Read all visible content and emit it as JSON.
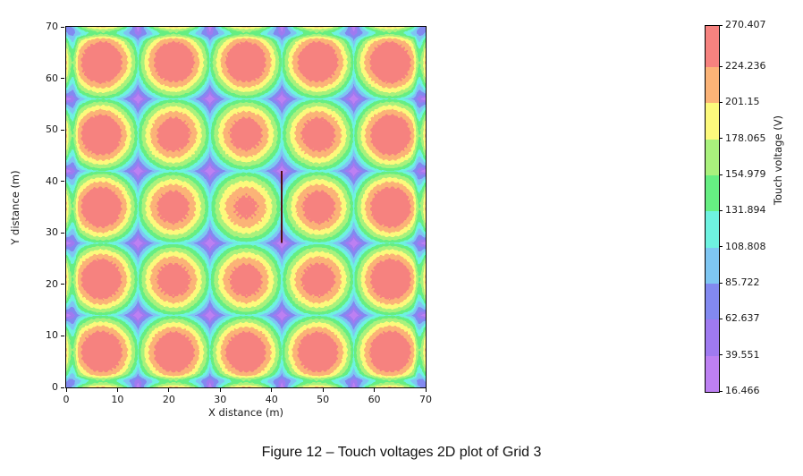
{
  "figure_caption": "Figure 12 – Touch voltages 2D plot of Grid 3",
  "plot": {
    "xlabel": "X distance (m)",
    "ylabel": "Y distance (m)",
    "x_ticks": [
      0,
      10,
      20,
      30,
      40,
      50,
      60,
      70
    ],
    "y_ticks": [
      0,
      10,
      20,
      30,
      40,
      50,
      60,
      70
    ]
  },
  "colorbar": {
    "label": "Touch voltage (V)",
    "tick_labels": [
      "270.407",
      "224.236",
      "201.15",
      "178.065",
      "154.979",
      "131.894",
      "108.808",
      "85.722",
      "62.637",
      "39.551",
      "16.466"
    ]
  },
  "chart_data": {
    "type": "heatmap",
    "title": "",
    "xlabel": "X distance (m)",
    "ylabel": "Y distance (m)",
    "colorbar_label": "Touch voltage (V)",
    "x_range": [
      0,
      70
    ],
    "y_range": [
      0,
      70
    ],
    "x_ticks": [
      0,
      10,
      20,
      30,
      40,
      50,
      60,
      70
    ],
    "y_ticks": [
      0,
      10,
      20,
      30,
      40,
      50,
      60,
      70
    ],
    "contour_levels": [
      16.466,
      39.551,
      62.637,
      85.722,
      108.808,
      131.894,
      154.979,
      178.065,
      201.15,
      224.236,
      270.407
    ],
    "band_colors": [
      "#bd80f2",
      "#9f7af0",
      "#8289f0",
      "#7ec6f2",
      "#6ef2e0",
      "#66ee82",
      "#a9f17d",
      "#fcf97c",
      "#fbb377",
      "#f6827f"
    ],
    "min_voltage": 16.466,
    "max_voltage": 270.407,
    "grid_conductor_positions_m": [
      0,
      14,
      28,
      42,
      56,
      70
    ],
    "mesh_pitch_m": 14,
    "mesh_cells": "5x5 voltage peaks at mesh centers, minima above conductors",
    "voltage_peaks_at": "cell centers x,y in {7,21,35,49,63}; largest peaks toward grid perimeter, smallest at center cell",
    "profile_line": {
      "x": 42,
      "y_start": 28,
      "y_end": 42,
      "color": "#521011"
    }
  }
}
